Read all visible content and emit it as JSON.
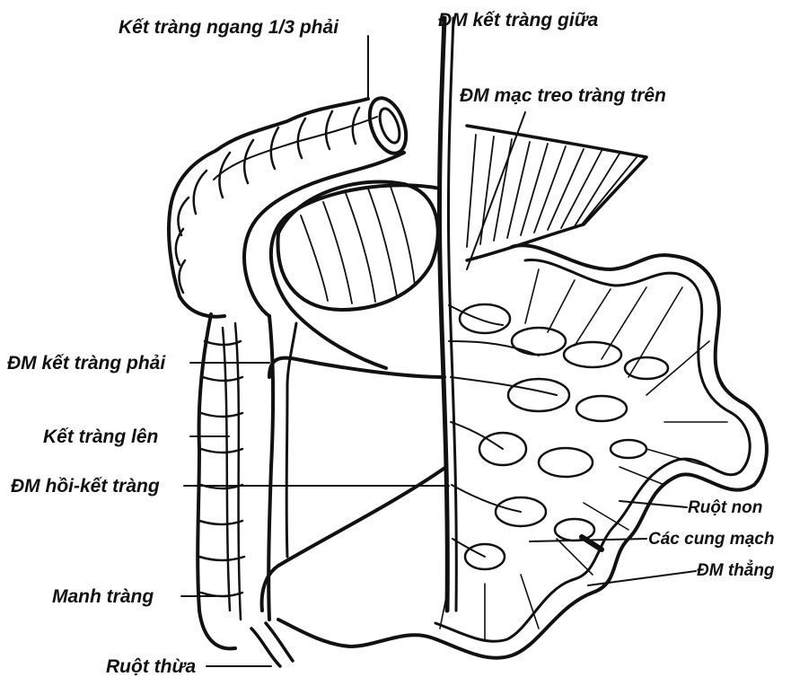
{
  "colors": {
    "ink": "#111111",
    "paper": "#ffffff"
  },
  "labels": {
    "transverse_colon": "Kết tràng ngang 1/3 phải",
    "middle_colic_artery": "ĐM kết tràng giữa",
    "superior_mesenteric_artery": "ĐM mạc treo tràng trên",
    "right_colic_artery": "ĐM kết tràng phải",
    "ascending_colon": "Kết tràng lên",
    "ileocolic_artery": "ĐM hồi-kết tràng",
    "small_intestine": "Ruột non",
    "arterial_arcades": "Các cung mạch",
    "straight_arteries": "ĐM thẳng",
    "cecum": "Manh tràng",
    "appendix": "Ruột thừa"
  }
}
